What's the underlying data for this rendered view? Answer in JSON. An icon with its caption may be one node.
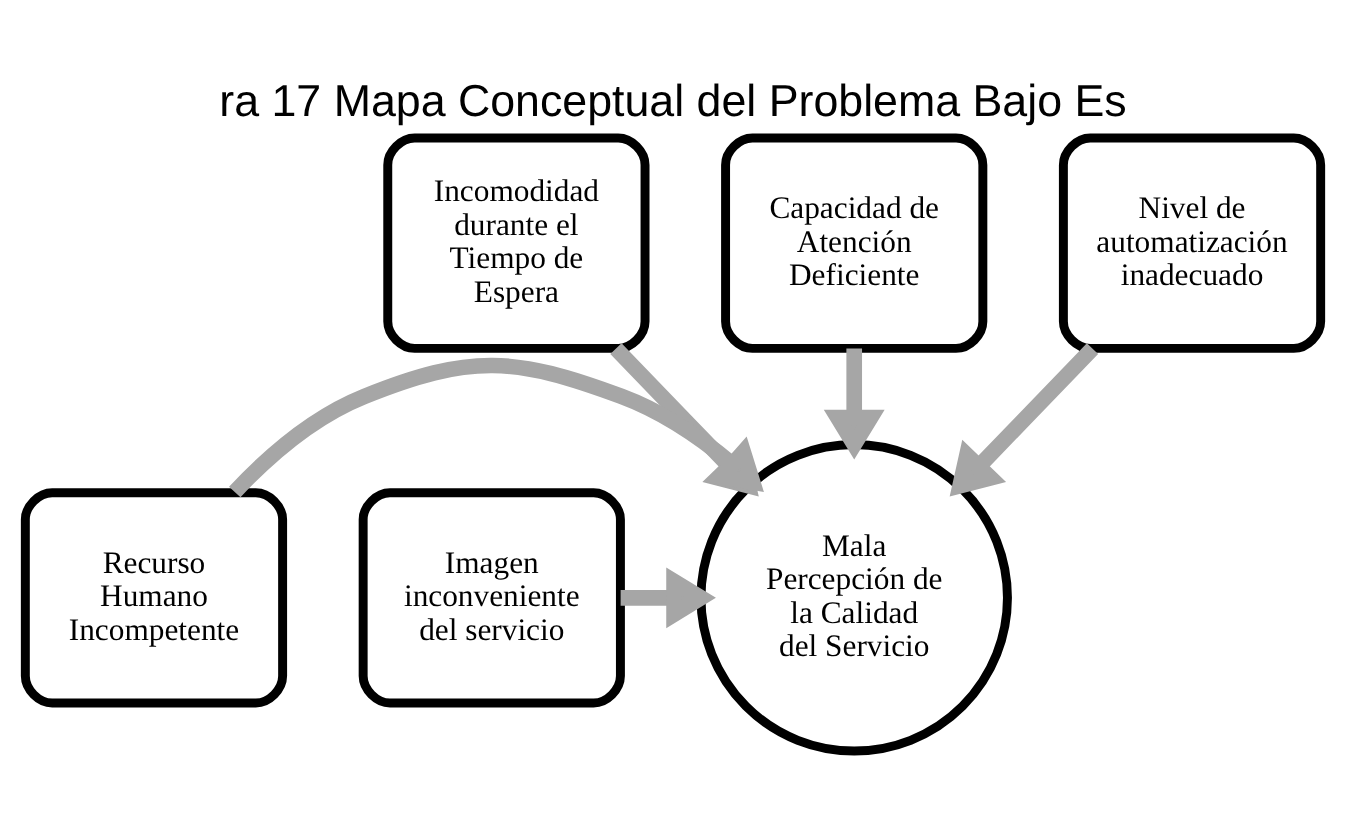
{
  "diagram": {
    "title": "ra 17 Mapa Conceptual del Problema Bajo Es",
    "nodes": [
      {
        "text": [
          "Incomodidad durante el Tiempo de Espera"
        ]
      },
      {
        "text": [
          "Capacidad de Atención Deficiente"
        ]
      },
      {
        "text": [
          "Nivel de automatización inadecuado"
        ]
      },
      {
        "text": [
          "Recurso Humano Incompetente"
        ]
      },
      {
        "text": [
          "Mala Percepción de la Calidad del Servicio"
        ]
      },
      {
        "text": [
          "Imagen inconveniente del servicio"
        ]
      }
    ],
    "edges": [
      {
        "from": 0,
        "to": 4,
        "arrow": "to"
      },
      {
        "from": 1,
        "to": 4,
        "arrow": "to"
      },
      {
        "from": 2,
        "to": 4,
        "arrow": "to"
      },
      {
        "from": 3,
        "to": 4,
        "arrow": "to"
      },
      {
        "from": 5,
        "to": 4,
        "arrow": "to"
      }
    ]
  }
}
